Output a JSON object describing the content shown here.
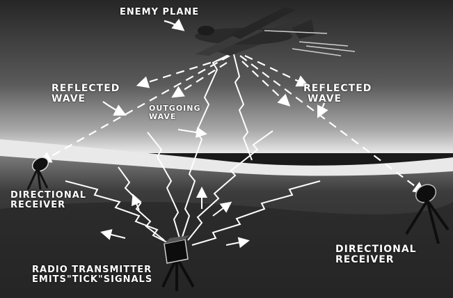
{
  "labels": {
    "enemy_plane": "ENEMY PLANE",
    "reflected_wave_left": [
      "REFLECTED",
      "WAVE"
    ],
    "reflected_wave_right": [
      "REFLECTED",
      "WAVE"
    ],
    "outgoing_wave": [
      "OUTGOING",
      "WAVE"
    ],
    "receiver_left": [
      "DIRECTIONAL",
      "RECEIVER"
    ],
    "receiver_right": [
      "DIRECTIONAL",
      "RECEIVER"
    ],
    "transmitter": [
      "RADIO TRANSMITTER",
      "EMITS\"TICK\"SIGNALS"
    ]
  },
  "colors": {
    "sky_top": "#2e2e2e",
    "horizon_glow": "#e6e6e6",
    "ground": "#2a2a2a",
    "ink": "#ffffff",
    "equipment": "#111111"
  },
  "icons": [
    "airplane-icon",
    "transmitter-icon",
    "directional-receiver-icon"
  ]
}
